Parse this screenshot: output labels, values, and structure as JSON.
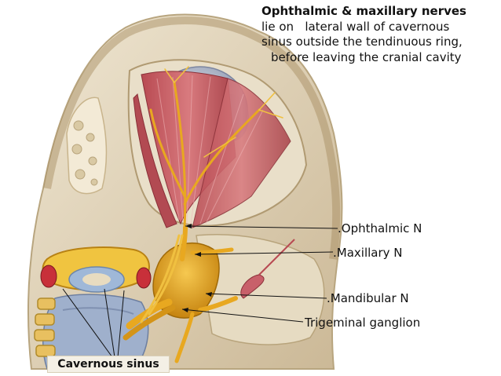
{
  "caption": {
    "title": "Ophthalmic & maxillary nerves",
    "lines": [
      "lie on   lateral wall of cavernous",
      "sinus outside the tendinuous ring,",
      "before leaving the cranial cavity"
    ]
  },
  "labels": {
    "ophthalmic": ".Ophthalmic N",
    "maxillary": ".Maxillary N",
    "mandibular": ".Mandibular N",
    "trigeminal": "Trigeminal ganglion",
    "cavernous": "Cavernous sinus"
  },
  "colors": {
    "bone": "#e8dcc0",
    "muscle": "#c8626a",
    "nerve": "#e8a820",
    "sinus_blue": "#9fb8d8",
    "dura": "#d8c8a8"
  }
}
